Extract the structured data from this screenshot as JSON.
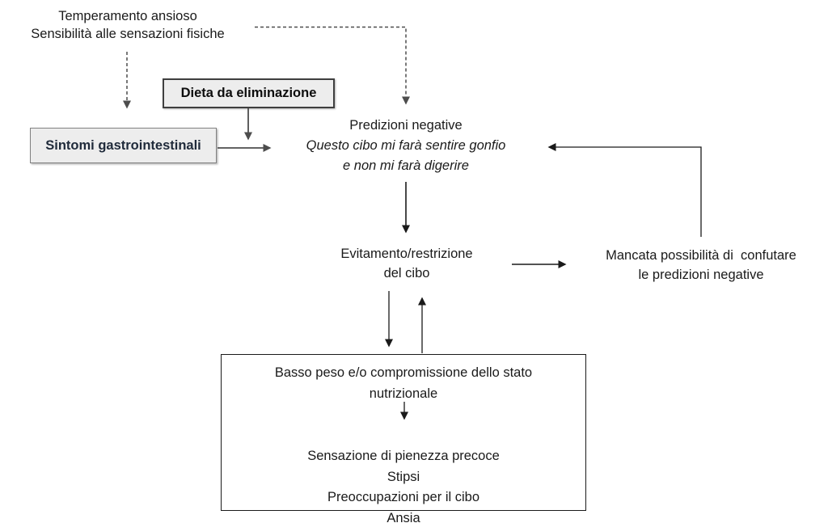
{
  "diagram": {
    "title_none_shown": "",
    "colors": {
      "background": "#ffffff",
      "text": "#1a1a1a",
      "gi_label_text": "#1f2a3a",
      "node_box_fill": "#ededed",
      "dieta_box_border": "#3f3f3f",
      "sintomi_box_border": "#818181",
      "outcome_box_border": "#1a1a1a",
      "arrow_gray": "#4d4d4d",
      "arrow_black": "#1a1a1a"
    },
    "nodes": {
      "temperament": {
        "lines": [
          "Temperamento ansioso",
          "Sensibilità alle sensazioni fisiche"
        ]
      },
      "elimination_diet": {
        "label": "Dieta da eliminazione"
      },
      "gi_symptoms": {
        "label": "Sintomi gastrointestinali"
      },
      "negative_predictions": {
        "title": "Predizioni negative",
        "quote_lines": [
          "Questo cibo mi farà sentire gonfio",
          "e non mi farà digerire"
        ]
      },
      "food_avoidance": {
        "lines": [
          "Evitamento/restrizione",
          "del cibo"
        ]
      },
      "no_disconfirmation": {
        "lines": [
          "Mancata possibilità di  confutare",
          "le predizioni negative"
        ]
      },
      "low_weight": {
        "lines": [
          "Basso peso e/o compromissione dello stato",
          "nutrizionale"
        ],
        "consequences": [
          "Sensazione di pienezza precoce",
          "Stipsi",
          "Preoccupazioni per il cibo",
          "Ansia"
        ]
      }
    },
    "edges": [
      {
        "from": "temperament",
        "to": "gi_symptoms",
        "style": "dashed-arrow"
      },
      {
        "from": "temperament",
        "to": "negative_predictions",
        "style": "dashed-arrow"
      },
      {
        "from": "elimination_diet",
        "to": "gi_symptoms_to_predictions_link",
        "style": "solid-arrow"
      },
      {
        "from": "gi_symptoms",
        "to": "negative_predictions",
        "style": "solid-arrow"
      },
      {
        "from": "negative_predictions",
        "to": "food_avoidance",
        "style": "solid-arrow"
      },
      {
        "from": "food_avoidance",
        "to": "no_disconfirmation",
        "style": "solid-arrow"
      },
      {
        "from": "no_disconfirmation",
        "to": "negative_predictions",
        "style": "solid-arrow"
      },
      {
        "from": "food_avoidance",
        "to": "low_weight",
        "style": "solid-arrow"
      },
      {
        "from": "low_weight",
        "to": "food_avoidance",
        "style": "solid-arrow"
      },
      {
        "from": "low_weight_lines",
        "to": "low_weight_consequences",
        "style": "solid-arrow"
      }
    ]
  }
}
